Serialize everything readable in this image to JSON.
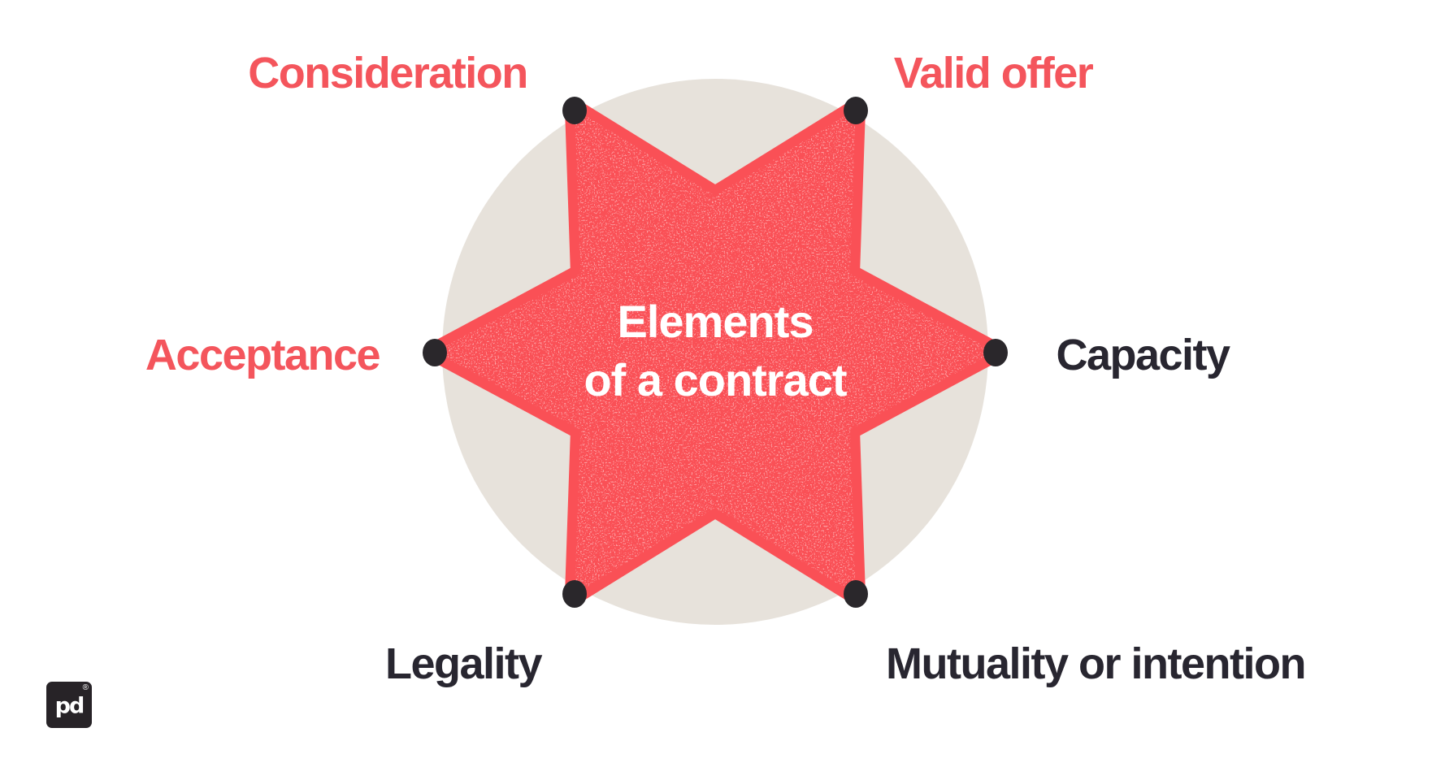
{
  "title": {
    "line1": "Elements",
    "line2": "of a contract"
  },
  "labels": {
    "consideration": "Consideration",
    "valid_offer": "Valid offer",
    "acceptance": "Acceptance",
    "capacity": "Capacity",
    "legality": "Legality",
    "mutuality": "Mutuality or intention"
  },
  "logo": {
    "monogram": "pd",
    "registered": "®"
  },
  "colors": {
    "star_red": "#FA5056",
    "label_red": "#F4555C",
    "label_dark": "#282630",
    "circle_beige": "#E7E2DB",
    "dot_black": "#2A272B",
    "background": "#FFFFFF",
    "logo_square": "#272327"
  },
  "icons": {
    "star_points": 6
  }
}
